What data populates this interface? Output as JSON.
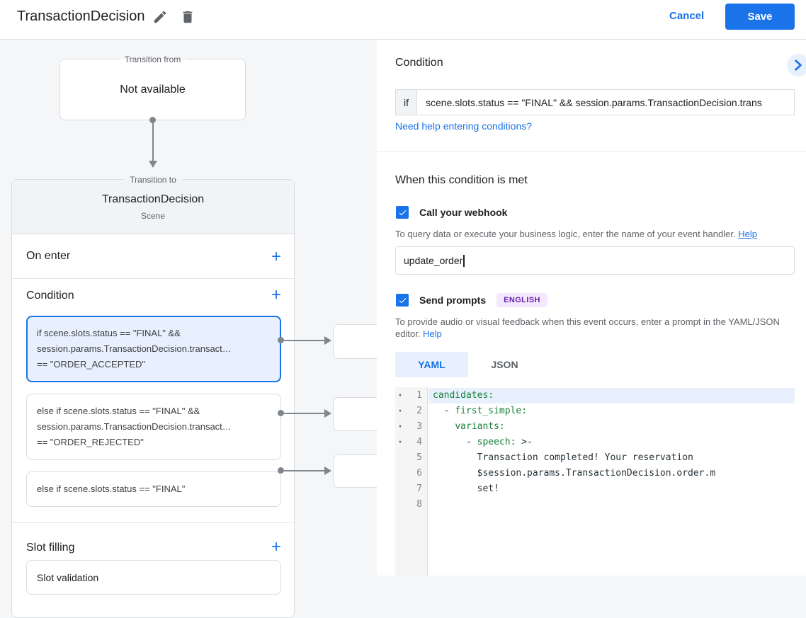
{
  "header": {
    "title": "TransactionDecision",
    "cancel_label": "Cancel",
    "save_label": "Save"
  },
  "canvas": {
    "transition_from": {
      "legend": "Transition from",
      "content": "Not available"
    },
    "transition_to": {
      "legend": "Transition to",
      "scene_name": "TransactionDecision",
      "scene_type": "Scene",
      "on_enter": {
        "label": "On enter",
        "add": "+"
      },
      "condition": {
        "label": "Condition",
        "add": "+",
        "cards": [
          {
            "lines": [
              "if scene.slots.status == \"FINAL\" &&",
              "session.params.TransactionDecision.transact…",
              "== \"ORDER_ACCEPTED\""
            ]
          },
          {
            "lines": [
              "else if scene.slots.status == \"FINAL\" &&",
              "session.params.TransactionDecision.transact…",
              "== \"ORDER_REJECTED\""
            ]
          },
          {
            "lines": [
              "else if scene.slots.status == \"FINAL\""
            ]
          }
        ]
      },
      "slot_filling": {
        "label": "Slot filling",
        "add": "+",
        "card": "Slot validation"
      }
    }
  },
  "panel": {
    "title": "Condition",
    "condition": {
      "prefix": "if",
      "value": "scene.slots.status == \"FINAL\" && session.params.TransactionDecision.trans",
      "help_link": "Need help entering conditions?"
    },
    "when_title": "When this condition is met",
    "webhook": {
      "label": "Call your webhook",
      "helper": "To query data or execute your business logic, enter the name of your event handler.",
      "help_link": "Help",
      "value": "update_order"
    },
    "prompts": {
      "label": "Send prompts",
      "badge": "ENGLISH",
      "helper": "To provide audio or visual feedback when this event occurs, enter a prompt in the YAML/JSON editor.",
      "help_link": "Help"
    },
    "tabs": {
      "yaml": "YAML",
      "json": "JSON"
    },
    "editor": {
      "lines": [
        {
          "num": "1",
          "text": [
            "candidates:"
          ]
        },
        {
          "num": "2",
          "text": [
            "  - ",
            "first_simple:"
          ]
        },
        {
          "num": "3",
          "text": [
            "    ",
            "variants:"
          ]
        },
        {
          "num": "4",
          "text": [
            "      - ",
            "speech:",
            " >-"
          ]
        },
        {
          "num": "5",
          "text": [
            "        Transaction completed! Your reservation"
          ]
        },
        {
          "num": "6",
          "text": [
            "        $session.params.TransactionDecision.order.m"
          ]
        },
        {
          "num": "7",
          "text": [
            "        set!"
          ]
        },
        {
          "num": "8",
          "text": []
        }
      ]
    }
  },
  "colors": {
    "accent": "#1a73e8",
    "selected_card_bg": "#e8f0fe",
    "code_key_green": "#188038",
    "badge_bg": "#f3e8fd",
    "badge_text": "#681da8"
  }
}
